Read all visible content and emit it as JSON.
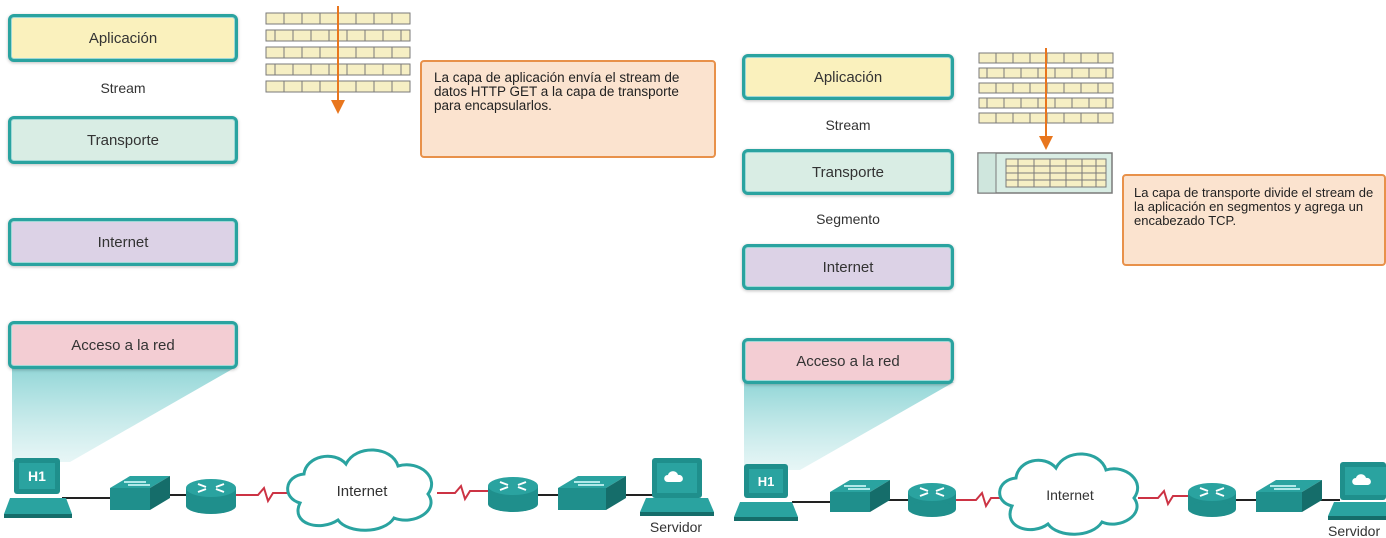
{
  "left": {
    "layers": {
      "application": "Aplicación",
      "transport": "Transporte",
      "internet": "Internet",
      "network_access": "Acceso a la red"
    },
    "pdu_stream": "Stream",
    "callout": "La capa de aplicación envía el stream de datos HTTP GET a la capa de transporte para encapsularlos.",
    "host_label": "H1",
    "cloud_label": "Internet",
    "server_label": "Servidor"
  },
  "right": {
    "layers": {
      "application": "Aplicación",
      "transport": "Transporte",
      "internet": "Internet",
      "network_access": "Acceso a la red"
    },
    "pdu_stream": "Stream",
    "pdu_segment": "Segmento",
    "callout": "La capa de transporte divide el stream de la aplicación en segmentos y agrega un encabezado TCP.",
    "host_label": "H1",
    "cloud_label": "Internet",
    "server_label": "Servidor"
  },
  "colors": {
    "layer_border": "#2aa3a0",
    "application": "#faf1bd",
    "transport": "#d9ede4",
    "internet": "#dcd2e6",
    "network_access": "#f3cdd3",
    "callout_border": "#e8914a",
    "arrow": "#e8761e",
    "device": "#1f8f8c",
    "serial_link": "#cc3344"
  },
  "icons": [
    "data-stream-grid-icon",
    "down-arrow-icon",
    "segment-icon",
    "pc-icon",
    "switch-icon",
    "router-icon",
    "cloud-icon",
    "server-icon"
  ]
}
